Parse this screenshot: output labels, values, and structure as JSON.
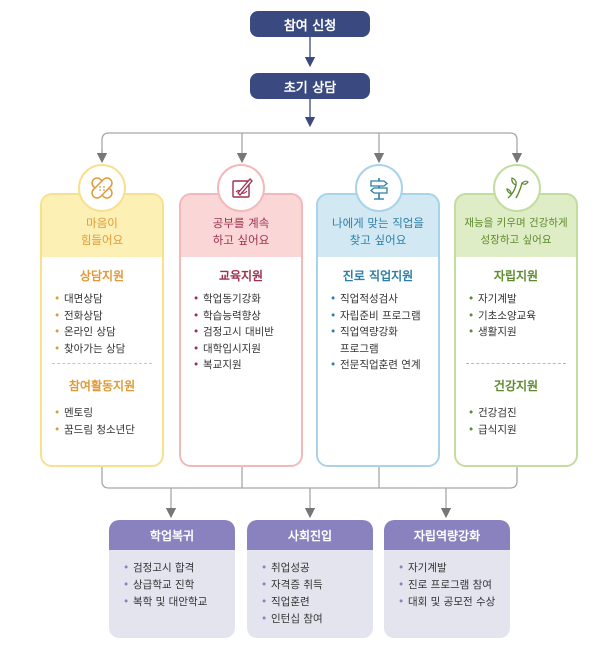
{
  "steps": {
    "apply": "참여 신청",
    "consult": "초기 상담"
  },
  "columns": [
    {
      "heading": "마음이\n힘들어요",
      "icon": "bandage-icon",
      "sections": [
        {
          "title": "상담지원",
          "items": [
            "대면상담",
            "전화상담",
            "온라인 상담",
            "찾아가는 상담"
          ]
        },
        {
          "title": "참여활동지원",
          "items": [
            "멘토링",
            "꿈드림 청소년단"
          ]
        }
      ]
    },
    {
      "heading": "공부를 계속\n하고 싶어요",
      "icon": "pen-paper-icon",
      "sections": [
        {
          "title": "교육지원",
          "items": [
            "학업동기강화",
            "학습능력향상",
            "검정고시 대비반",
            "대학입시지원",
            "복교지원"
          ]
        }
      ]
    },
    {
      "heading": "나에게 맞는 직업을\n찾고 싶어요",
      "icon": "signpost-icon",
      "sections": [
        {
          "title": "진로 직업지원",
          "items": [
            "직업적성검사",
            "자립준비 프로그램",
            "직업역량강화\n프로그램",
            "전문직업훈련 연계"
          ]
        }
      ]
    },
    {
      "heading": "재능을 키우며 건강하게\n성장하고 싶어요",
      "icon": "sprout-icon",
      "sections": [
        {
          "title": "자립지원",
          "items": [
            "자기계발",
            "기초소양교육",
            "생활지원"
          ]
        },
        {
          "title": "건강지원",
          "items": [
            "건강검진",
            "급식지원"
          ]
        }
      ]
    }
  ],
  "outcomes": [
    {
      "title": "학업복귀",
      "items": [
        "검정고시 합격",
        "상급학교 진학",
        "복학 및 대안학교"
      ]
    },
    {
      "title": "사회진입",
      "items": [
        "취업성공",
        "자격증 취득",
        "직업훈련",
        "인턴십 참여"
      ]
    },
    {
      "title": "자립역량강화",
      "items": [
        "자기계발",
        "진로 프로그램 참여",
        "대회 및 공모전 수상"
      ]
    }
  ],
  "colors": {
    "navy": "#3a4a80",
    "line": "#a7a7a7",
    "col1": {
      "bg": "#fdf0b5",
      "border": "#f7e08e",
      "title": "#e09b38",
      "bullet": "#e09b38"
    },
    "col2": {
      "bg": "#fad6d7",
      "border": "#f3b8ba",
      "title": "#9c3050",
      "bullet": "#9c3050"
    },
    "col3": {
      "bg": "#d2e9f4",
      "border": "#a8d3ea",
      "title": "#2e7fa6",
      "bullet": "#2e7fa6"
    },
    "col4": {
      "bg": "#deedc6",
      "border": "#c3dda0",
      "title": "#5e8a2e",
      "bullet": "#5e8a2e"
    },
    "outcome": "#8a82bf"
  }
}
